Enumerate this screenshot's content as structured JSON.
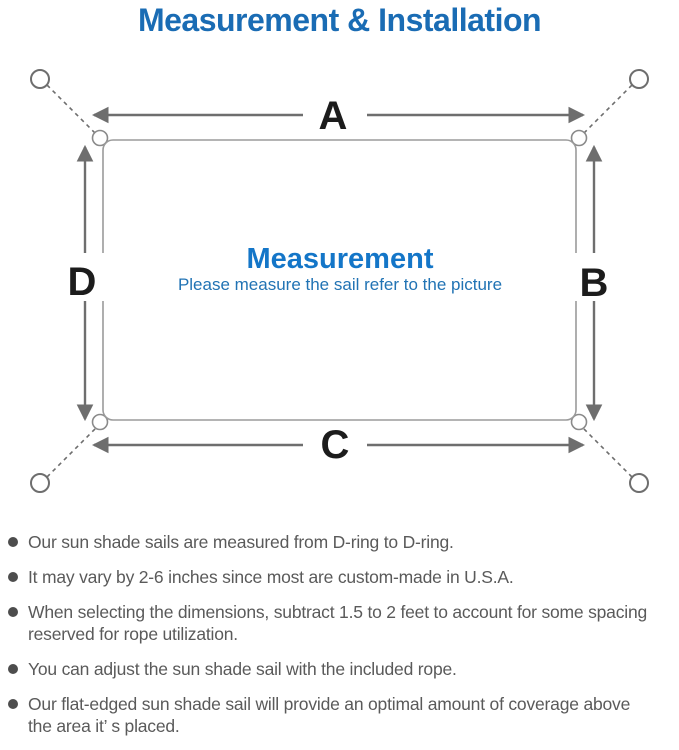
{
  "title": "Measurement & Installation",
  "diagram": {
    "labels": {
      "top": "A",
      "right": "B",
      "bottom": "C",
      "left": "D"
    },
    "center_heading": "Measurement",
    "center_subtext": "Please measure the sail refer to the picture"
  },
  "bullets": [
    {
      "text": "Our sun shade sails are measured from D-ring to D-ring."
    },
    {
      "text": "It may vary by 2-6 inches since most are custom-made in U.S.A."
    },
    {
      "text": "When selecting the dimensions, subtract 1.5 to 2 feet to account for some spacing\nreserved for rope utilization."
    },
    {
      "text": "You can adjust the sun shade sail with the included rope."
    },
    {
      "text": "Our flat-edged sun shade sail will provide an optimal amount of coverage above\nthe area it’ s placed."
    }
  ],
  "colors": {
    "title_blue": "#1a6cb4",
    "center_heading_blue": "#1476c8",
    "center_subtext_blue": "#2173b4",
    "diagram_line_gray": "#6e6e6e",
    "sail_border_gray": "#9b9b9b",
    "note_text_gray": "#5a5a5a",
    "label_black": "#1c1c1c"
  }
}
